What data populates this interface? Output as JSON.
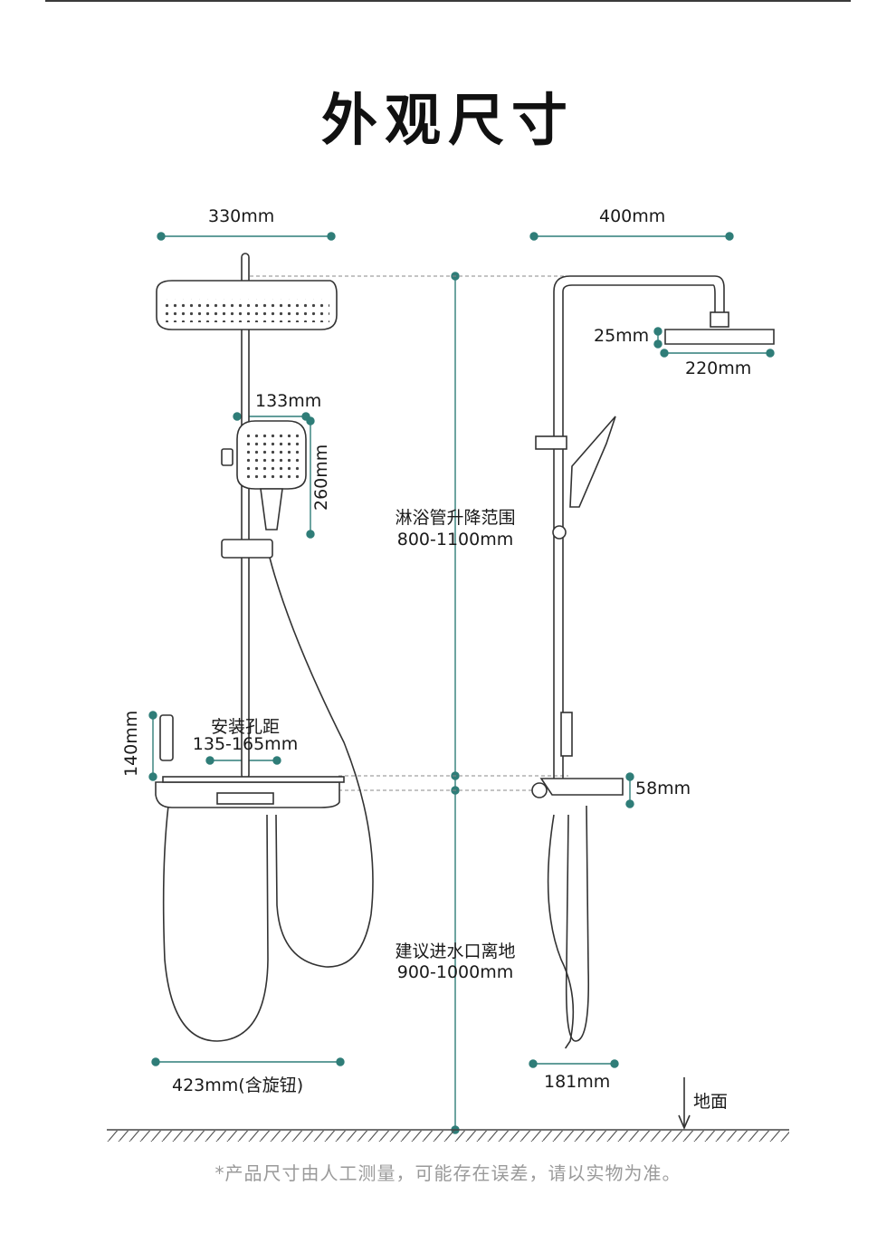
{
  "title": "外观尺寸",
  "dimensions": {
    "width_330": "330mm",
    "width_400": "400mm",
    "head_25": "25mm",
    "head_220": "220mm",
    "hand_133": "133mm",
    "hand_260": "260mm",
    "lift_range_label": "淋浴管升降范围",
    "lift_range_value": "800-1100mm",
    "hole_label": "安装孔距",
    "hole_value": "135-165mm",
    "height_140": "140mm",
    "height_58": "58mm",
    "inlet_label": "建议进水口离地",
    "inlet_value": "900-1000mm",
    "width_423": "423mm(含旋钮)",
    "width_181": "181mm",
    "ground": "地面"
  },
  "footnote": "*产品尺寸由人工测量，可能存在误差，请以实物为准。",
  "colors": {
    "accent": "#2f7d78",
    "line": "#3a3a3a",
    "dashed": "#888888"
  }
}
